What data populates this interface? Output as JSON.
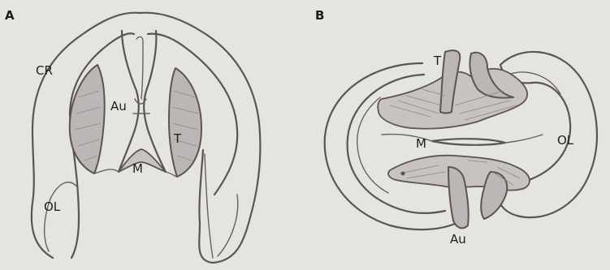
{
  "panels": [
    {
      "id": "A",
      "labels": {
        "CR": "CR",
        "Au": "Au",
        "T": "T",
        "M": "M",
        "OL": "OL"
      }
    },
    {
      "id": "B",
      "labels": {
        "T": "T",
        "M": "M",
        "OL": "OL",
        "Au": "Au"
      }
    }
  ],
  "colors": {
    "background": "#e4e4e1",
    "outline": "#5e544e",
    "stipple": "#bcb7b6",
    "text": "#1d1d1d"
  }
}
